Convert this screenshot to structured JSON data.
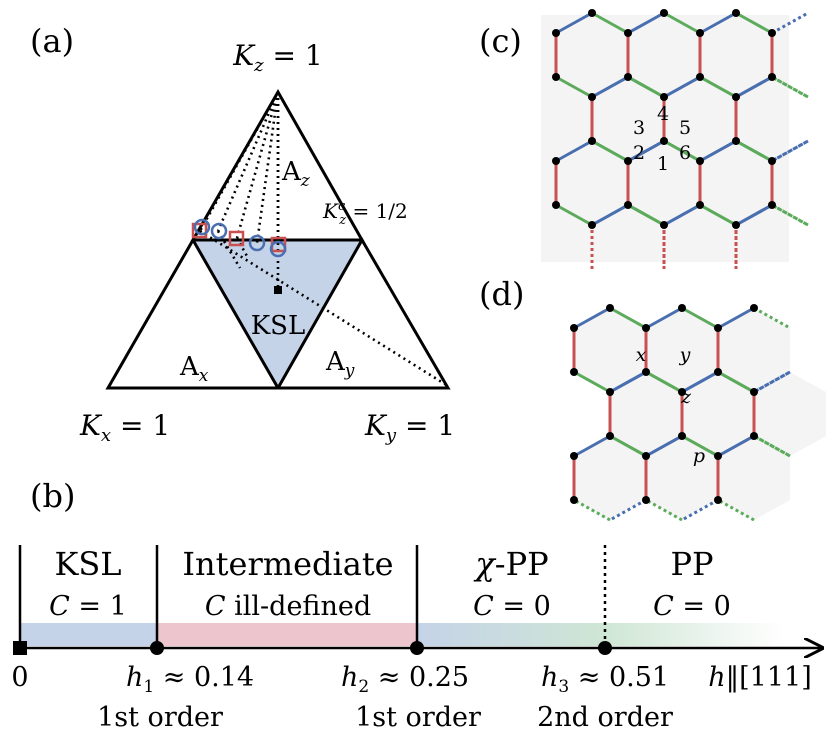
{
  "panel_a": {
    "label": "(a)",
    "kz_corner": "K_z = 1",
    "kx_corner": "K_x = 1",
    "ky_corner": "K_y = 1",
    "kzc_label": "K_z^c = 1/2",
    "regions": {
      "az": "A_z",
      "ax": "A_x",
      "ay": "A_y",
      "ksl": "KSL"
    }
  },
  "panel_b": {
    "label": "(b)",
    "phases": [
      {
        "name": "KSL",
        "chern": "C = 1"
      },
      {
        "name": "Intermediate",
        "chern": "C ill-defined"
      },
      {
        "name": "χ-PP",
        "chern": "C = 0"
      },
      {
        "name": "PP",
        "chern": "C = 0"
      }
    ],
    "points": [
      {
        "label": "0",
        "value": 0
      },
      {
        "label": "h_1 ≈ 0.14",
        "order": "1st order",
        "value": 0.14
      },
      {
        "label": "h_2 ≈ 0.25",
        "order": "1st order",
        "value": 0.25
      },
      {
        "label": "h_3 ≈ 0.51",
        "order": "2nd order",
        "value": 0.51
      }
    ],
    "axis_label": "h‖[111]",
    "colors": {
      "ksl": "#c5d3e8",
      "intermediate": "#ecc6cc",
      "green": "#cfe6d5"
    }
  },
  "panel_c": {
    "label": "(c)",
    "site_numbers": [
      "4",
      "3",
      "5",
      "2",
      "6",
      "1"
    ]
  },
  "panel_d": {
    "label": "(d)",
    "bond_labels": [
      "x",
      "y",
      "z",
      "p"
    ]
  },
  "bond_colors": {
    "x": "#4a6fb0",
    "y": "#5caa5c",
    "z": "#c85050"
  }
}
